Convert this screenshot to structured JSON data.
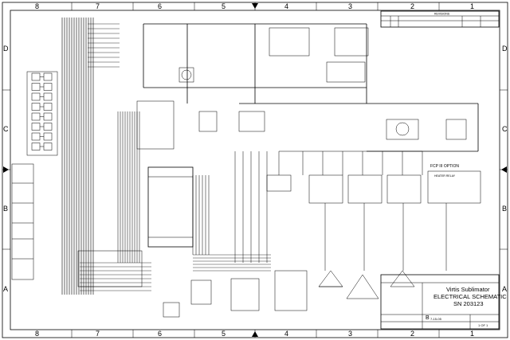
{
  "grid": {
    "columns": [
      "8",
      "7",
      "6",
      "5",
      "4",
      "3",
      "2",
      "1"
    ],
    "rows": [
      "D",
      "C",
      "B",
      "A"
    ]
  },
  "revision_block": {
    "header": "REVISIONS"
  },
  "title_block": {
    "title_line1": "Virtis Sublimator",
    "title_line2": "ELECTRICAL SCHEMATIC",
    "title_line3": "SN  203123",
    "date": "7-15-05",
    "sheet": "1 OF 1",
    "size": "B"
  },
  "labels": {
    "cop_option": "FCP III OPTION",
    "heater_relay": "HEATER RELAY"
  }
}
